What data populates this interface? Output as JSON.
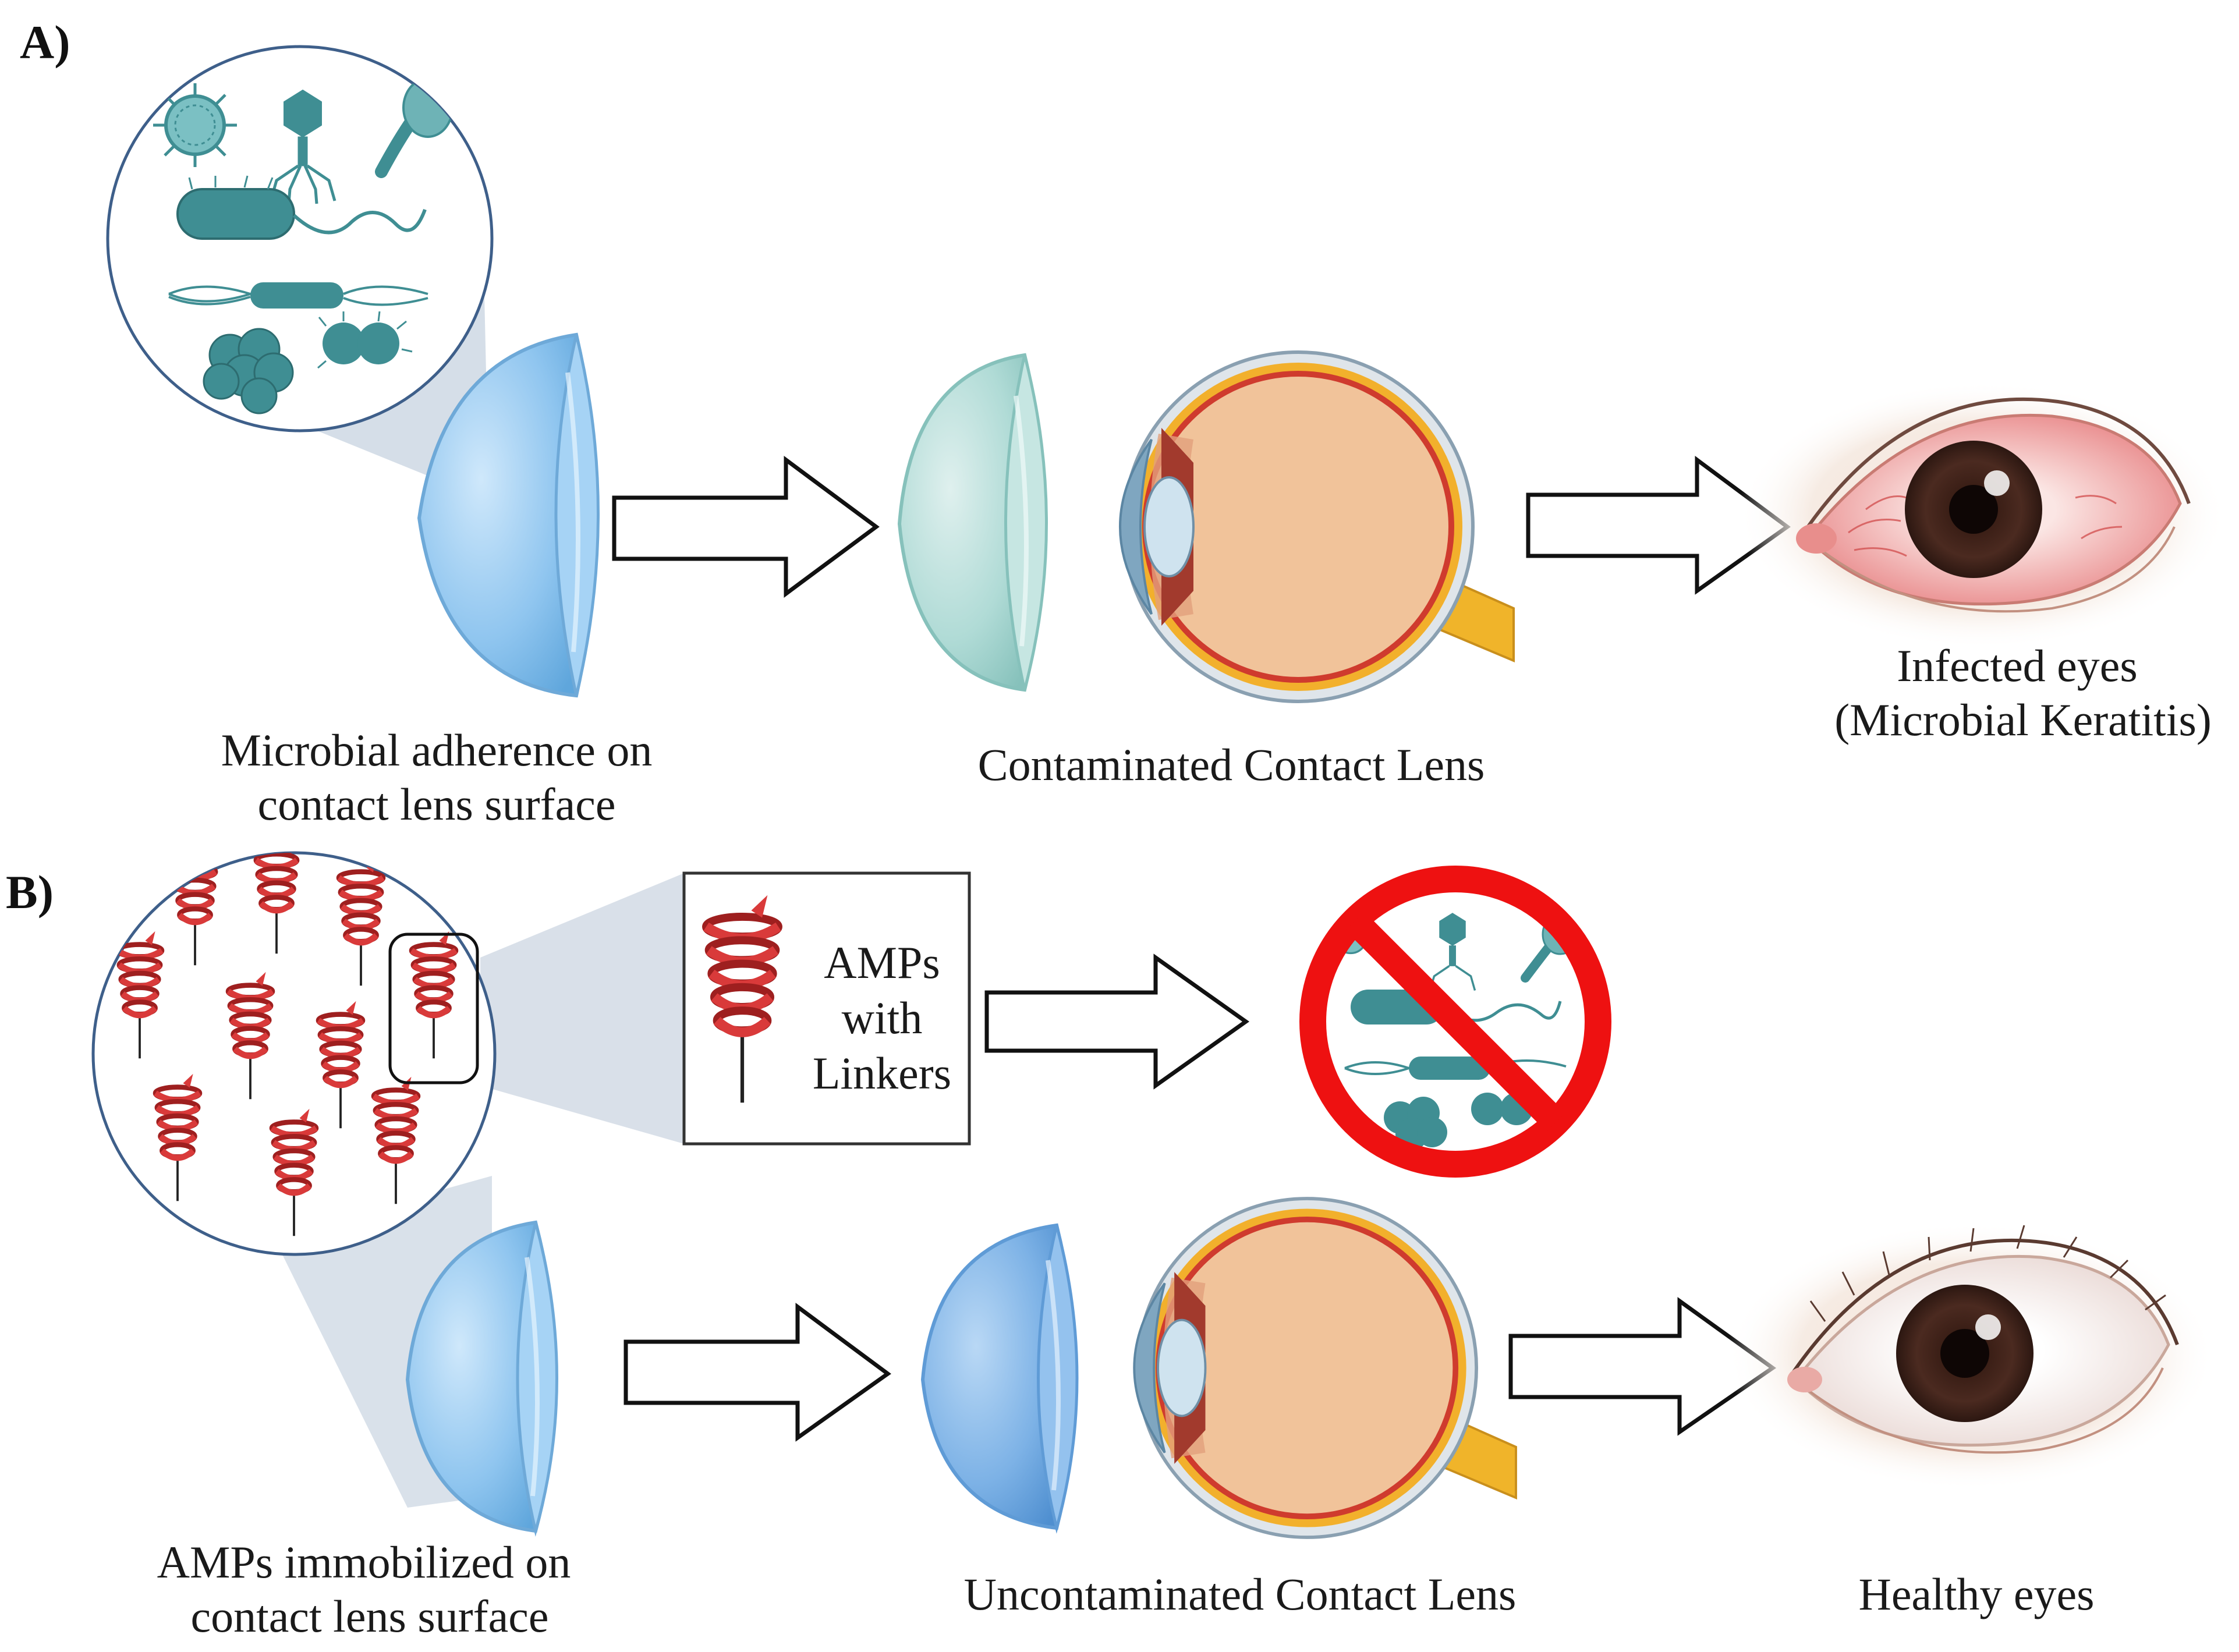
{
  "panel_a": {
    "label": "A)",
    "caption_lens": [
      "Microbial adherence on",
      "contact lens surface"
    ],
    "caption_contaminated": "Contaminated Contact Lens",
    "caption_infected": [
      "Infected eyes",
      "(Microbial Keratitis)"
    ]
  },
  "panel_b": {
    "label": "B)",
    "inset_label": [
      "AMPs",
      "with",
      "Linkers"
    ],
    "caption_lens": [
      "AMPs immobilized on",
      "contact lens surface"
    ],
    "caption_uncontaminated": "Uncontaminated Contact Lens",
    "caption_healthy": "Healthy eyes"
  },
  "colors": {
    "microbe": "#3f8e93",
    "lens_blue": "#8cc4ee",
    "lens_teal": "#a9d6d2",
    "amp_red": "#d93a3a",
    "prohibition_red": "#ee1111",
    "iris": "#4b2a20",
    "eye_white_infected": "#f3c8c6",
    "eyeball_tissue": "#f1c39a"
  },
  "icons": [
    "virus-icon",
    "bacteriophage-icon",
    "fungus-spore-icon",
    "bacillus-icon",
    "staphylococcus-icon",
    "diplococcus-icon",
    "amp-helix-icon",
    "prohibition-icon",
    "eyeball-icon",
    "eye-icon",
    "arrow-icon"
  ]
}
